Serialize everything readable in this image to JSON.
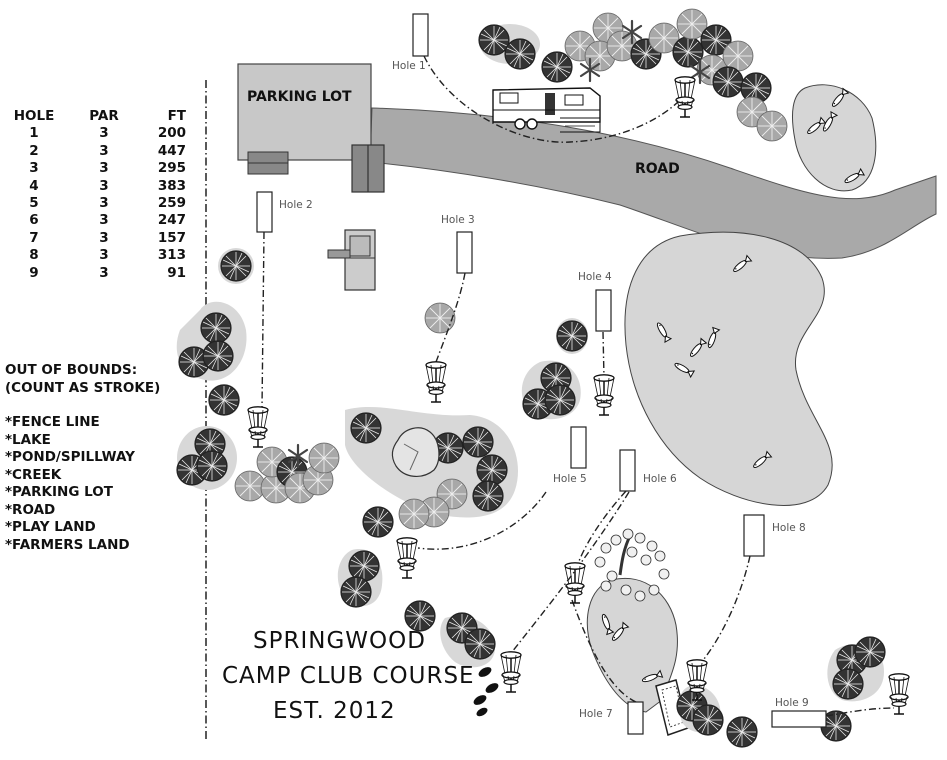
{
  "scorecard": {
    "headers": [
      "HOLE",
      "PAR",
      "FT"
    ],
    "rows": [
      [
        "1",
        "3",
        "200"
      ],
      [
        "2",
        "3",
        "447"
      ],
      [
        "3",
        "3",
        "295"
      ],
      [
        "4",
        "3",
        "383"
      ],
      [
        "5",
        "3",
        "259"
      ],
      [
        "6",
        "3",
        "247"
      ],
      [
        "7",
        "3",
        "157"
      ],
      [
        "8",
        "3",
        "313"
      ],
      [
        "9",
        "3",
        "91"
      ]
    ]
  },
  "out_of_bounds": {
    "title": "OUT OF BOUNDS:",
    "subtitle": "(COUNT AS STROKE)",
    "items": [
      "*FENCE LINE",
      "*LAKE",
      "*POND/SPILLWAY",
      "*CREEK",
      "*PARKING LOT",
      "*ROAD",
      "*PLAY LAND",
      "*FARMERS LAND"
    ]
  },
  "course_title": {
    "line1": "SPRINGWOOD",
    "line2": "CAMP CLUB COURSE",
    "line3": "EST. 2012"
  },
  "map_labels": {
    "parking_lot": "PARKING LOT",
    "road": "ROAD"
  },
  "holes": [
    {
      "number": 1,
      "label": "Hole 1"
    },
    {
      "number": 2,
      "label": "Hole 2"
    },
    {
      "number": 3,
      "label": "Hole 3"
    },
    {
      "number": 4,
      "label": "Hole 4"
    },
    {
      "number": 5,
      "label": "Hole 5"
    },
    {
      "number": 6,
      "label": "Hole 6"
    },
    {
      "number": 7,
      "label": "Hole 7"
    },
    {
      "number": 8,
      "label": "Hole 8"
    },
    {
      "number": 9,
      "label": "Hole 9"
    }
  ],
  "colors": {
    "background": "#ffffff",
    "water_and_grass": "#d6d6d6",
    "road": "#a9a9a9",
    "parking_lot": "#c8c8c8",
    "tree_dark": "#3a3a3a",
    "tree_light": "#9a9a9a",
    "text": "#111111"
  },
  "icons": [
    "disc-golf-basket-icon",
    "tee-pad-icon",
    "tree-icon",
    "fish-icon",
    "camper-trailer-icon",
    "boulder-icon",
    "playground-icon"
  ]
}
